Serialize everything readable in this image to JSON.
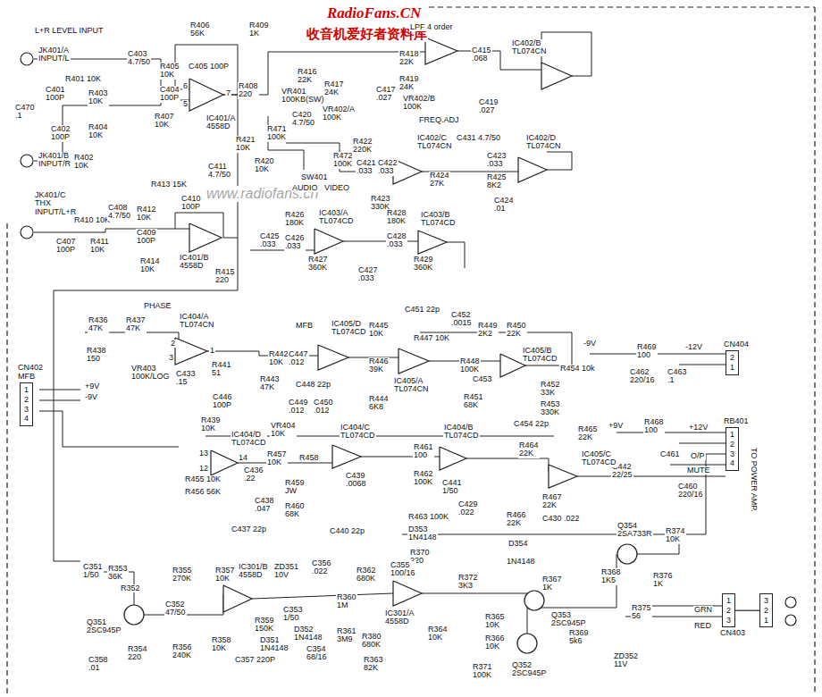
{
  "diagram": {
    "nodes": [
      {
        "text": [
          "CN402 MFB",
          "1",
          "2",
          "3",
          "4"
        ]
      },
      {
        "text": [
          "CN404",
          "2",
          "1"
        ]
      },
      {
        "text": [
          "RB401",
          "1",
          "2",
          "3",
          "4"
        ]
      },
      {
        "text": [
          "CN403",
          "1",
          "2",
          "3"
        ]
      },
      {
        "text": [
          "3",
          "2",
          "1"
        ]
      }
    ],
    "edges": [
      {
        "from": 3,
        "to": 4,
        "arrow": "none"
      }
    ],
    "labels": [
      "RadioFans.CN",
      "收音机爱好者资料库",
      "www.radiofans.cn",
      "L+R LEVEL INPUT",
      "JK401/A INPUT/L",
      "R401 10K",
      "C403 4.7/50",
      "R405 10K",
      "C405 100P",
      "C404 100P",
      "R406 56K",
      "R409 1K",
      "IC401/A 4558D",
      "R407 10K",
      "R408 220",
      "C401 100P",
      "R403 10K",
      "C470 .1",
      "C402 100P",
      "R404 10K",
      "JK401/B INPUT/R",
      "R402 10K",
      "VR401 100KB(SW)",
      "LPF 4 order",
      "R416 22K",
      "R417 24K",
      "VR402/A 100K",
      "C417 .027",
      "R418 22K",
      "R419 24K",
      "VR402/B 100K",
      "C415 .068",
      "IC402/B TL074CN",
      "C419 .027",
      "FREQ.ADJ",
      "R471 100K",
      "C420 4.7/50",
      "SW401",
      "AUDIO",
      "VIDEO",
      "R472 100K",
      "R421 10K",
      "C411 4.7/50",
      "R420 10K",
      "R422 220K",
      "C421 .033",
      "C422 .033",
      "R423 330K",
      "IC402/C TL074CN",
      "C431 4.7/50",
      "IC402/D TL074CN",
      "R424 27K",
      "C423 .033",
      "R425 8K2",
      "C424 .01",
      "JK401/C THX INPUT/L+R",
      "R410 10K",
      "R411 10K",
      "C407 100P",
      "C408 4.7/50",
      "R412 10K",
      "R413 15K",
      "C410 100P",
      "C409 100P",
      "R414 10K",
      "IC401/B 4558D",
      "R415 220",
      "R426 180K",
      "C425 .033",
      "C426 .033",
      "R427 360K",
      "IC403/A TL074CD",
      "C427 .033",
      "R428 180K",
      "C428 .033",
      "R429 360K",
      "IC403/B TL074CD",
      "PHASE",
      "R436 47K",
      "R437 47K",
      "IC404/A TL074CN",
      "R438 150",
      "VR403 100K/LOG",
      "C433 .15",
      "+9V",
      "-9V",
      "R439 10K",
      "VR404 10K",
      "R441 51",
      "C446 100P",
      "MFB",
      "R442 10K",
      "C447 .012",
      "R443 47K",
      "C448 22p",
      "C449 .012",
      "C450 .012",
      "IC405/D TL074CD",
      "R445 10K",
      "R446 39K",
      "R444 6K8",
      "C451 22p",
      "R447 10K",
      "C452 .0015",
      "R449 2K2",
      "R450 22K",
      "IC405/A TL074CN",
      "R448 100K",
      "IC405/B TL074CD",
      "R454 10k",
      "C453",
      "R451 68K",
      "R452 33K",
      "R453 330K",
      "C454 22p",
      "-9V",
      "R469 100",
      "-12V",
      "C462 220/16",
      "C463 .1",
      "+9V",
      "R468 100",
      "+12V",
      "O/P",
      "MUTE",
      "C461",
      "C460 220/16",
      "C442 22/25",
      "TO POWER AMP.",
      "IC404/D TL074CD",
      "R455 10K",
      "R456 56K",
      "C436 .22",
      "C438 .047",
      "C437 22p",
      "R457 10K",
      "R458",
      "IC404/C TL074CD",
      "R459 JW",
      "C439 .0068",
      "R460 68K",
      "C440 22p",
      "R461 100",
      "IC404/B TL074CD",
      "R462 100K",
      "C441 1/50",
      "R463 100K",
      "C429 .022",
      "R464 22K",
      "R465 22K",
      "IC405/C TL074CD",
      "R466 22K",
      "R467 22K",
      "C430 .022",
      "D353 1N4148",
      "R370 220",
      "D354",
      "1N4148",
      "R374 10K",
      "Q354 2SA733R",
      "C351 1/50",
      "R353 36K",
      "R352",
      "C352 47/50",
      "Q351 2SC945P",
      "R354 220",
      "C358 .01",
      "R355 270K",
      "R356 240K",
      "R357 10K",
      "IC301/B 4558D",
      "R359 150K",
      "C357 220P",
      "R358 10K",
      "ZD351 10V",
      "C356 .022",
      "C353 1/50",
      "D352 1N4148",
      "D351 1N4148",
      "C354 68/16",
      "R360 1M",
      "R361 3M9",
      "R362 680K",
      "C355 100/16",
      "IC301/A 4558D",
      "R380 680K",
      "R363 82K",
      "R372 3K3",
      "R364 10K",
      "R365 10K",
      "R366 10K",
      "R371 100K",
      "R367 1K",
      "Q353 2SC945P",
      "R368 1K5",
      "R376 1K",
      "R375 56",
      "Q352 2SC945P",
      "R369 5k6",
      "ZD352 11V",
      "GRN",
      "RED",
      "6",
      "5",
      "7",
      "2",
      "3",
      "1",
      "13",
      "12",
      "14"
    ]
  }
}
